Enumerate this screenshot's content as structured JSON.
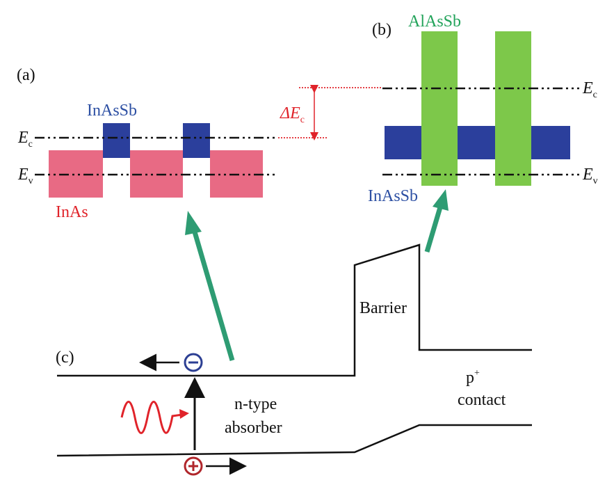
{
  "panel_a": {
    "label": "(a)",
    "well_material": "InAsSb",
    "barrier_material": "InAs",
    "ec_symbol": "E",
    "ec_sub": "c",
    "ev_symbol": "E",
    "ev_sub": "v"
  },
  "panel_b": {
    "label": "(b)",
    "barrier_material": "AlAsSb",
    "well_material": "InAsSb",
    "ec_symbol": "E",
    "ec_sub": "c",
    "ev_symbol": "E",
    "ev_sub": "v",
    "delta_symbol": "ΔE",
    "delta_sub": "c"
  },
  "panel_c": {
    "label": "(c)",
    "barrier_label": "Barrier",
    "absorber_line1": "n-type",
    "absorber_line2": "absorber",
    "contact_line1": "p",
    "contact_sup": "+",
    "contact_line2": "contact",
    "electron_symbol": "⊖",
    "hole_symbol": "⊕"
  },
  "colors": {
    "pink": "#e86a84",
    "blue": "#2b3f9c",
    "green": "#7dc84a",
    "arrow_green": "#2e9c73",
    "red": "#e0232a",
    "navy": "#2c3f93",
    "label_blue": "#2c4fa3",
    "label_green": "#22a35a",
    "label_red": "#e0232a",
    "dark_red": "#b0262b"
  }
}
